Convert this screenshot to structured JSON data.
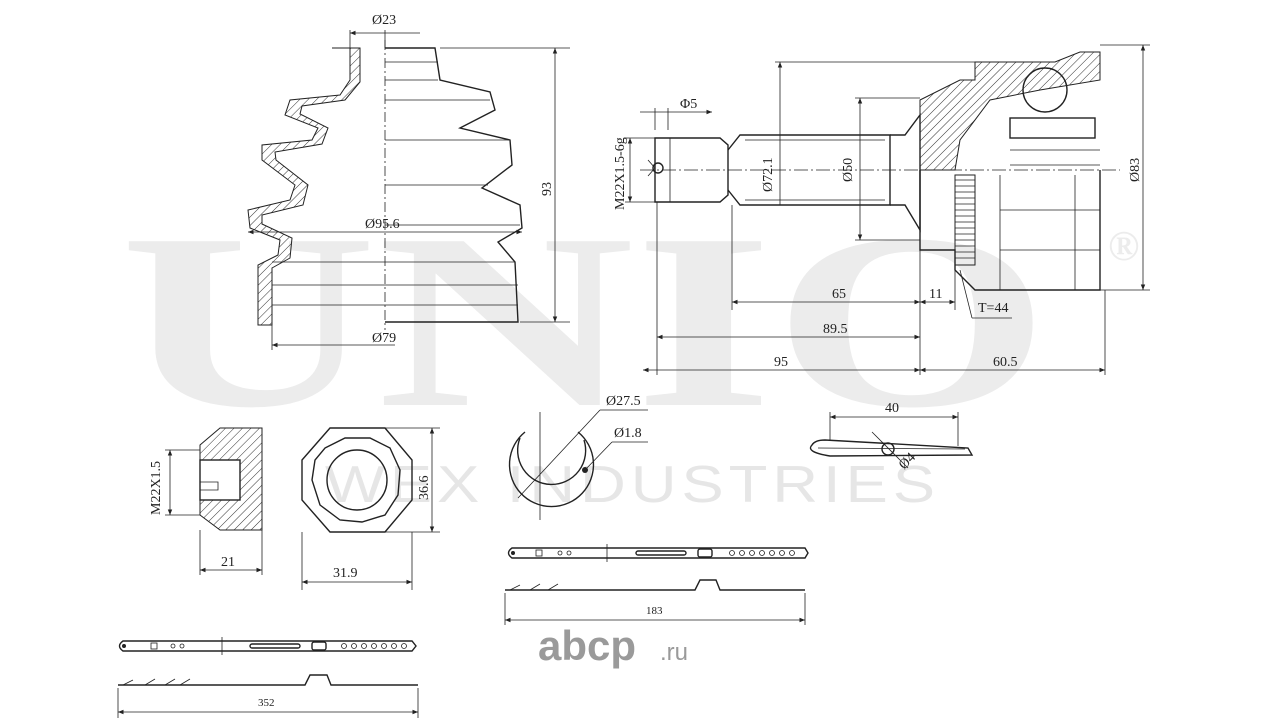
{
  "watermark": {
    "brand": "UNIO",
    "registered": "®",
    "company": "WEX INDUSTRIES"
  },
  "logo": {
    "name": "abcp",
    "suffix": ".ru"
  },
  "boot": {
    "d_top": "Ø23",
    "d_mid": "Ø95.6",
    "d_bottom": "Ø79",
    "height": "93"
  },
  "joint": {
    "hole": "Φ5",
    "thread": "M22X1.5-6g",
    "d_spline": "Ø72.1",
    "d_shaft": "Ø50",
    "d_bell": "Ø83",
    "len_65": "65",
    "len_11": "11",
    "teeth": "T=44",
    "len_89": "89.5",
    "len_95": "95",
    "len_60": "60.5"
  },
  "nut": {
    "thread": "M22X1.5",
    "width": "21",
    "across_flats": "31.9",
    "height": "36.6"
  },
  "circlip": {
    "diameter": "Ø27.5",
    "wire": "Ø1.8"
  },
  "cotter_pin": {
    "length": "40",
    "diameter": "Ø4"
  },
  "clamp_small": {
    "length": "183"
  },
  "clamp_large": {
    "length": "352"
  }
}
